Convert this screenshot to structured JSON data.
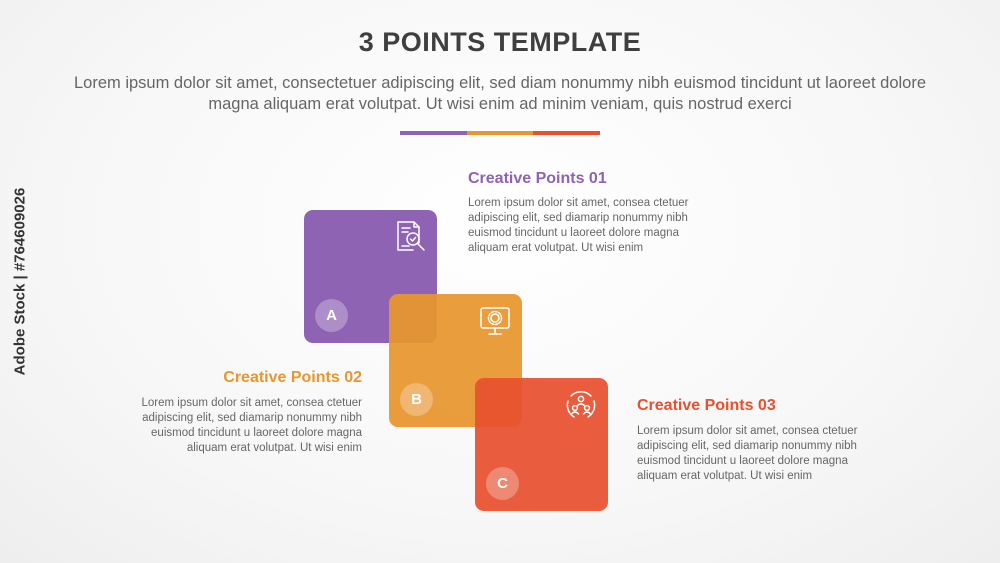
{
  "title": "3 POINTS TEMPLATE",
  "subtitle": "Lorem ipsum dolor sit amet, consectetuer adipiscing elit, sed diam nonummy nibh euismod tincidunt ut laoreet dolore magna aliquam erat volutpat. Ut wisi enim ad minim veniam, quis nostrud exerci",
  "colors": {
    "purple": "#8e63b3",
    "orange": "#e9962e",
    "red": "#e8502f"
  },
  "points": [
    {
      "letter": "A",
      "heading": "Creative Points 01",
      "body": "Lorem ipsum dolor sit amet, consea ctetuer adipiscing elit, sed diamarip nonummy nibh euismod tincidunt u laoreet dolore magna aliquam erat volutpat. Ut wisi enim",
      "icon": "document-search-icon"
    },
    {
      "letter": "B",
      "heading": "Creative Points 02",
      "body": "Lorem ipsum dolor sit amet, consea ctetuer adipiscing elit, sed diamarip nonummy nibh euismod tincidunt u laoreet dolore magna aliquam erat volutpat. Ut wisi enim",
      "icon": "monitor-gear-icon"
    },
    {
      "letter": "C",
      "heading": "Creative Points 03",
      "body": "Lorem ipsum dolor sit amet, consea ctetuer adipiscing elit, sed diamarip nonummy nibh euismod tincidunt u laoreet dolore magna aliquam erat volutpat. Ut wisi enim",
      "icon": "team-cycle-icon"
    }
  ],
  "watermark": "Adobe Stock | #764609026"
}
